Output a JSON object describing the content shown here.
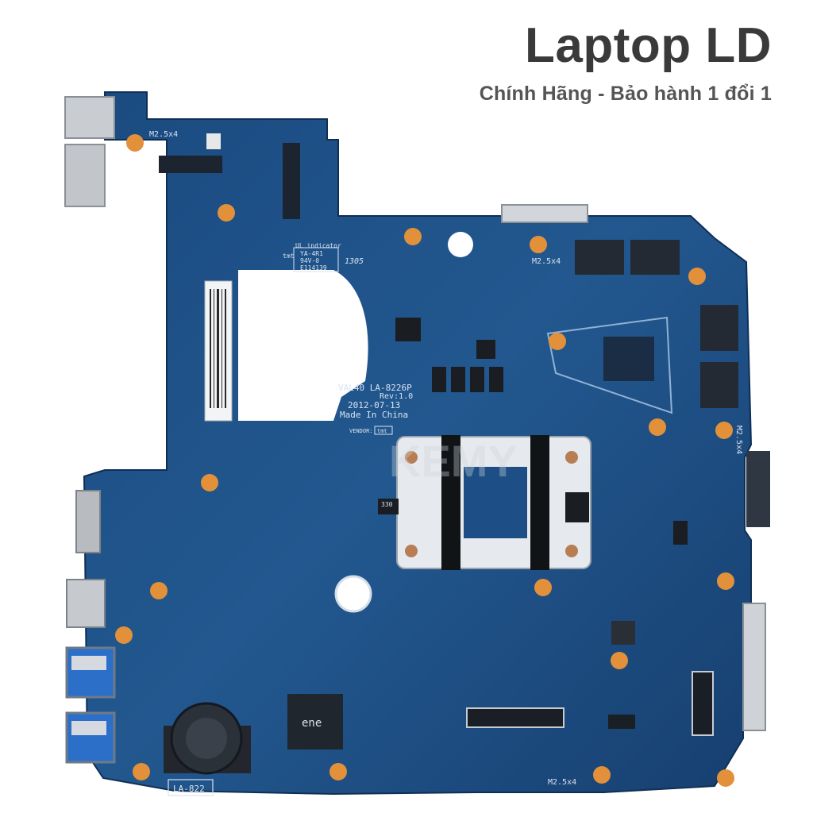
{
  "header": {
    "brand": "Laptop LD",
    "tagline": "Chính Hãng - Bảo hành 1 đổi 1"
  },
  "board": {
    "model_line": "VAL40  LA-8226P",
    "revision": "Rev:1.0",
    "date": "2012-07-13",
    "origin": "Made In China",
    "vendor_label": "VENDOR:",
    "vendor_name": "tmt",
    "ul_label": "UL indicator",
    "ul_code1": "YA-4R1",
    "ul_code2": "94V-0",
    "ul_code3": "E114139",
    "ul_tmt": "tmt",
    "batch": "1305",
    "screw_label_top": "M2.5x4",
    "screw_label_mid": "M2.5x4",
    "screw_label_bottom": "M2.5x4",
    "screw_label_right": "M2.5x4",
    "ec_chip_brand": "ene",
    "battery_label": "LA-822",
    "watermark": "KEMY",
    "choke_label": "330",
    "colors": {
      "pcb": "#1d4f86",
      "pcb_dark": "#143a66",
      "pad": "#e2913a"
    }
  }
}
